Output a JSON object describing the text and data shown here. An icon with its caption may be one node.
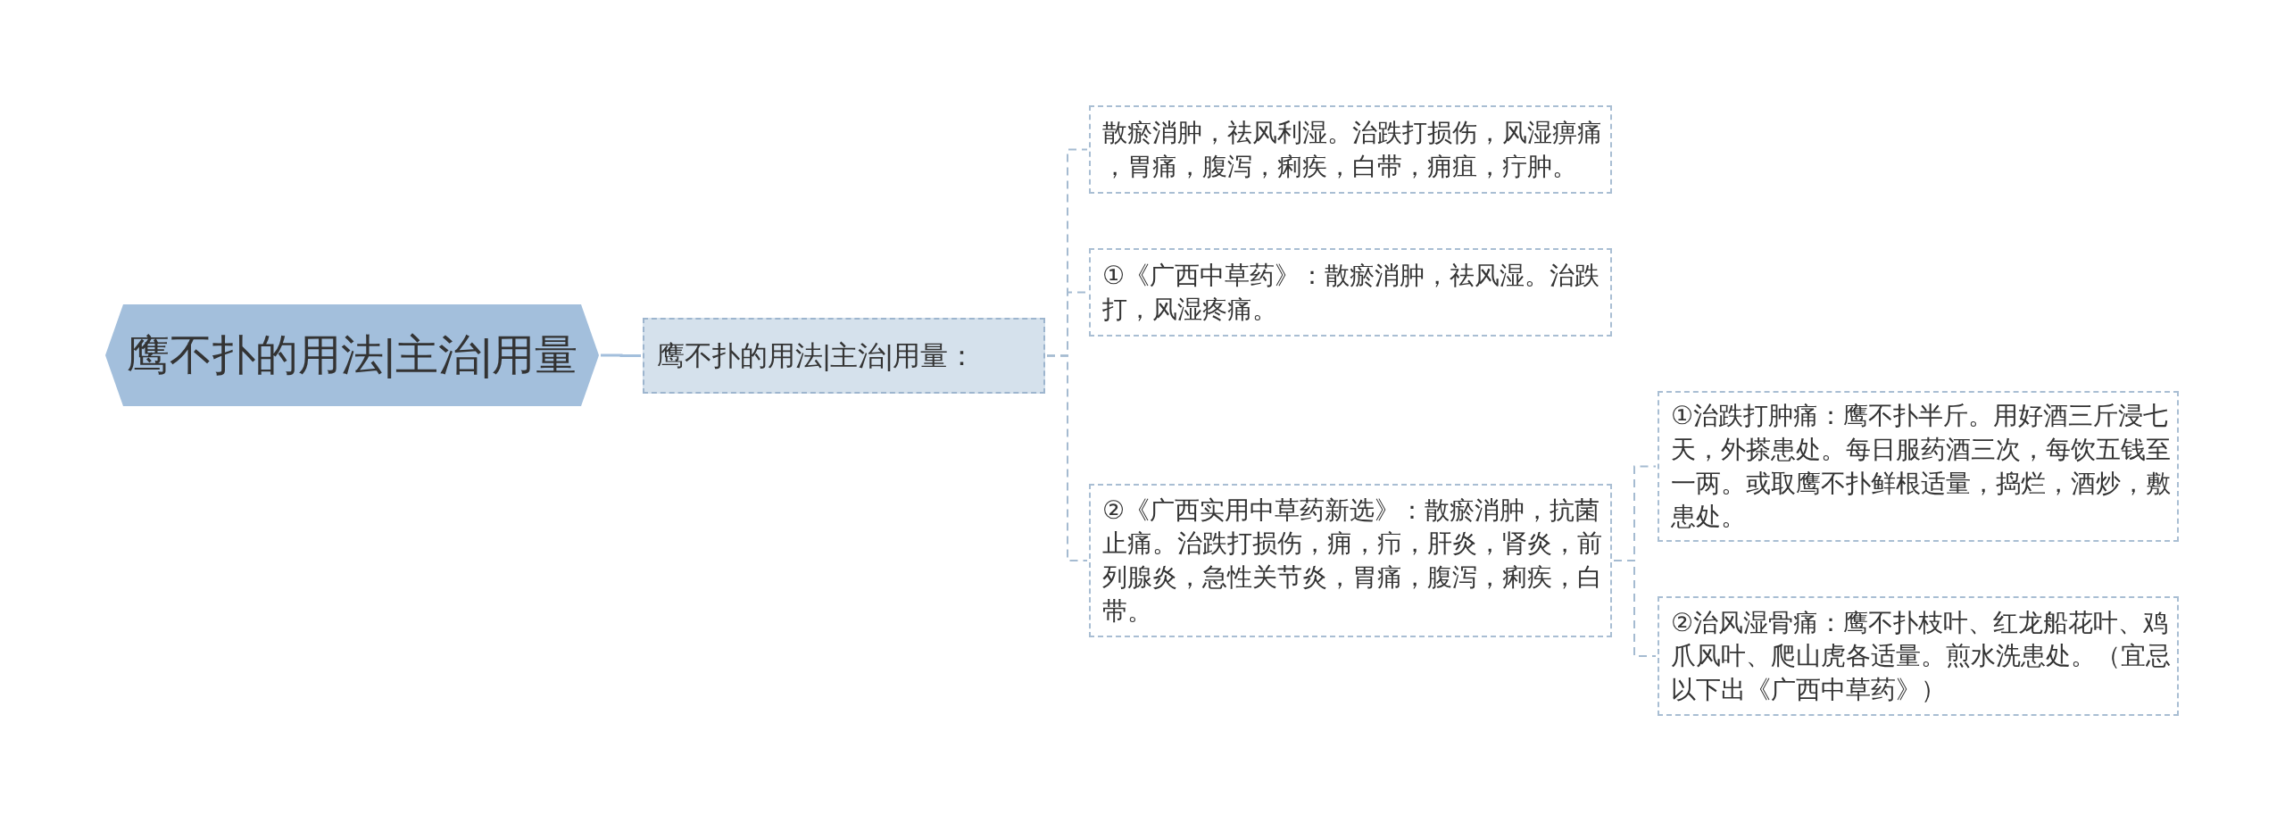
{
  "diagram": {
    "nodes": [
      {
        "text": [
          "鹰不扑的用法|主治|用量"
        ]
      },
      {
        "text": [
          "鹰不扑的用法|主治|用量："
        ]
      },
      {
        "text": [
          "散瘀消肿，祛风利湿。治跌打损伤，风湿痹痛，胃痛，腹泻，痢疾，白带，痈疽，疔肿。"
        ]
      },
      {
        "text": [
          "①《广西中草药》：散瘀消肿，祛风湿。治跌打，风湿疼痛。"
        ]
      },
      {
        "text": [
          "②《广西实用中草药新选》：散瘀消肿，抗菌止痛。治跌打损伤，痈，疖，肝炎，肾炎，前列腺炎，急性关节炎，胃痛，腹泻，痢疾，白带。"
        ]
      },
      {
        "text": [
          "①治跌打肿痛：鹰不扑半斤。用好酒三斤浸七天，外搽患处。每日服药酒三次，每饮五钱至一两。或取鹰不扑鲜根适量，捣烂，酒炒，敷患处。"
        ]
      },
      {
        "text": [
          "②治风湿骨痛：鹰不扑枝叶、红龙船花叶、鸡爪风叶、爬山虎各适量。煎水洗患处。（宜忌以下出《广西中草药》）"
        ]
      }
    ],
    "edges": [
      {
        "from": 0,
        "to": 1,
        "arrow": "none"
      },
      {
        "from": 1,
        "to": 2,
        "arrow": "none",
        "style": "dashed"
      },
      {
        "from": 1,
        "to": 3,
        "arrow": "none",
        "style": "dashed"
      },
      {
        "from": 1,
        "to": 4,
        "arrow": "none",
        "style": "dashed"
      },
      {
        "from": 4,
        "to": 5,
        "arrow": "none",
        "style": "dashed"
      },
      {
        "from": 4,
        "to": 6,
        "arrow": "none",
        "style": "dashed"
      }
    ]
  }
}
